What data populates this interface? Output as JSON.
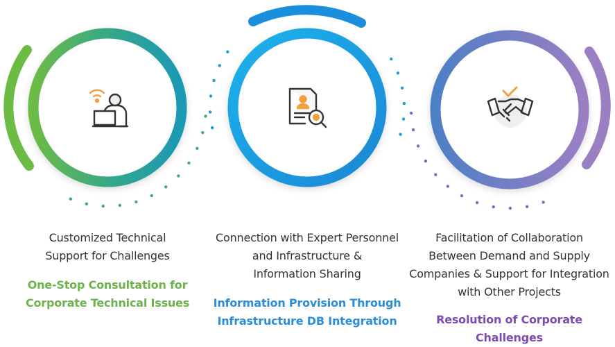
{
  "colors": {
    "green": "#6cbb45",
    "teal": "#1c99b4",
    "blue_light": "#20b3ec",
    "blue_dark": "#1a87d4",
    "blue_mid": "#4d7fc6",
    "purple": "#9a7fc3",
    "dot_green": "#3aaa8a",
    "dot_blue": "#1f9be0",
    "dot_purple": "#6d73c2",
    "icon_orange": "#f2a03b",
    "icon_dark": "#333333"
  },
  "items": [
    {
      "icon": "remote-support-icon",
      "description": [
        "Customized Technical",
        "Support for Challenges"
      ],
      "subtitle": [
        "One-Stop Consultation for",
        "Corporate Technical Issues"
      ]
    },
    {
      "icon": "document-search-icon",
      "description": [
        "Connection with Expert Personnel",
        "and Infrastructure &",
        "Information Sharing"
      ],
      "subtitle": [
        "Information Provision Through",
        "Infrastructure DB Integration"
      ]
    },
    {
      "icon": "handshake-icon",
      "description": [
        "Facilitation of Collaboration",
        "Between Demand and Supply",
        "Companies & Support for Integration",
        "with Other Projects"
      ],
      "subtitle": [
        "Resolution of Corporate Challenges"
      ]
    }
  ]
}
